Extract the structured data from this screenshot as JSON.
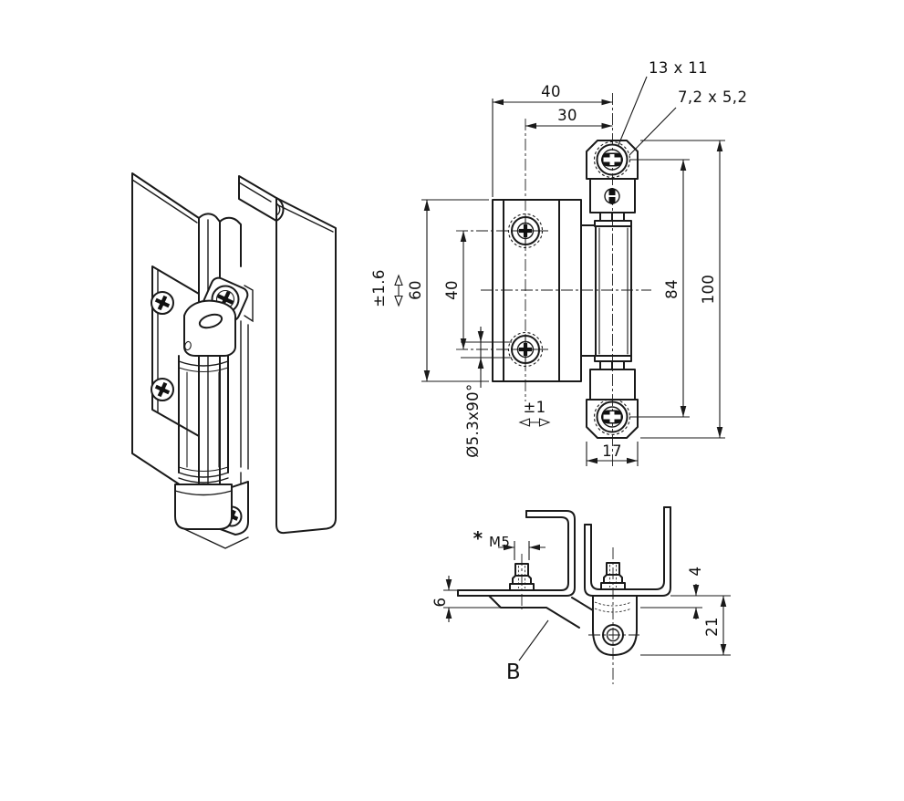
{
  "meta": {
    "background": "#ffffff",
    "line_color": "#1a1a1a",
    "drawing_kind": "technical drawing - sheet metal enclosure hinge, three views"
  },
  "front_view": {
    "dim_top_width": "40",
    "dim_top_offset": "30",
    "label_slot_outer": "13 x 11",
    "label_slot_inner": "7,2 x 5,2",
    "tol_vertical": "±1.6",
    "dim_leaf_height": "60",
    "dim_hole_spacing": "40",
    "label_countersink": "Ø5.3x90°",
    "tol_horizontal": "±1",
    "dim_knuckle_centers": "84",
    "dim_overall_height": "100",
    "dim_body_width": "17"
  },
  "section_view": {
    "marker_note": "*",
    "label_stud_thread": "M5",
    "dim_offset_total": "6",
    "dim_leaf_thickness": "4",
    "dim_depth": "21",
    "label_view": "B"
  }
}
